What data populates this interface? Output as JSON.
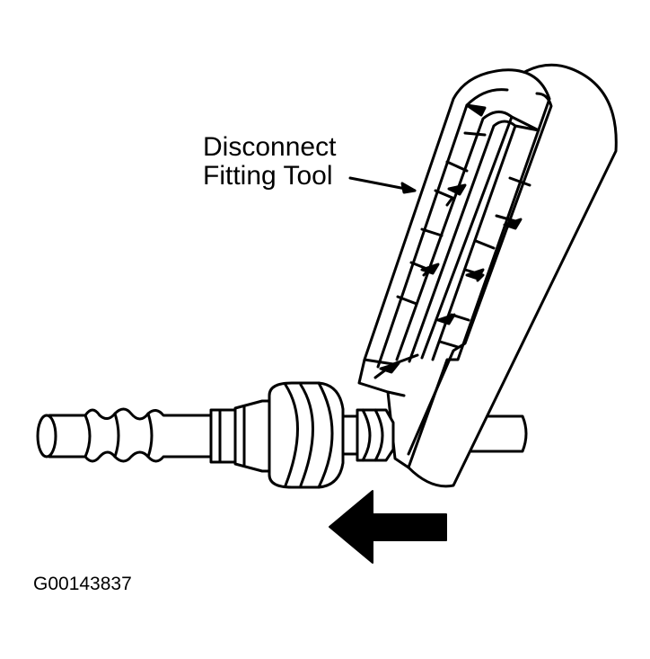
{
  "callout": {
    "line1": "Disconnect",
    "line2": "Fitting Tool"
  },
  "figure_id": "G00143837",
  "colors": {
    "ink": "#000000",
    "paper": "#ffffff"
  },
  "icons": {
    "direction_arrow": "left-arrow-icon"
  }
}
